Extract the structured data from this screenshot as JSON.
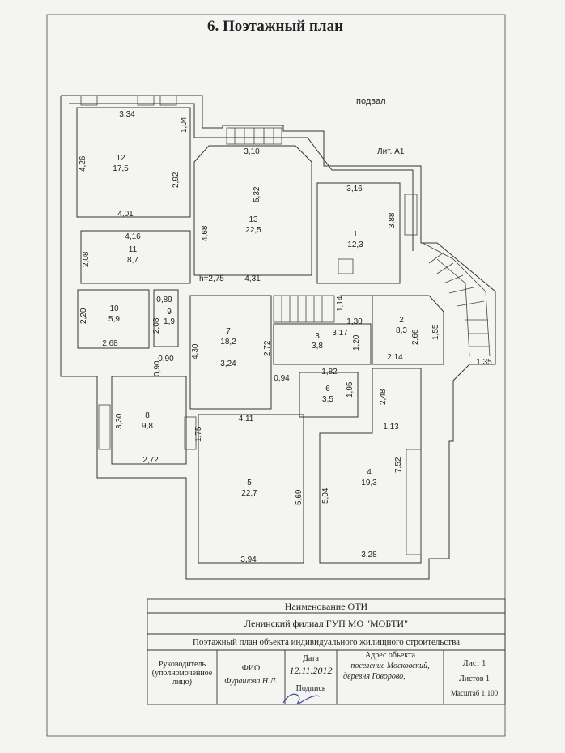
{
  "page_title": "6. Поэтажный план",
  "floor_label": "подвал",
  "lit_label": "Лит. А1",
  "height_label": "h=2,75",
  "rooms": [
    {
      "num": "12",
      "area": "17,5"
    },
    {
      "num": "13",
      "area": "22,5"
    },
    {
      "num": "1",
      "area": "12,3"
    },
    {
      "num": "11",
      "area": "8,7"
    },
    {
      "num": "10",
      "area": "5,9"
    },
    {
      "num": "9",
      "area": "1,9"
    },
    {
      "num": "7",
      "area": "18,2"
    },
    {
      "num": "3",
      "area": "3,8"
    },
    {
      "num": "2",
      "area": "8,3"
    },
    {
      "num": "8",
      "area": "9,8"
    },
    {
      "num": "6",
      "area": "3,5"
    },
    {
      "num": "5",
      "area": "22,7"
    },
    {
      "num": "4",
      "area": "19,3"
    }
  ],
  "dimensions": [
    "3,34",
    "1,04",
    "4,26",
    "2,92",
    "4,01",
    "3,10",
    "5,32",
    "4,68",
    "3,16",
    "3,88",
    "4,16",
    "2,08",
    "4,31",
    "0,89",
    "2,20",
    "2,68",
    "2,08",
    "1,14",
    "1,30",
    "3,17",
    "2,66",
    "1,55",
    "2,14",
    "1,35",
    "4,30",
    "2,72",
    "3,24",
    "1,20",
    "0,90",
    "0,90",
    "0,94",
    "1,82",
    "1,95",
    "2,48",
    "3,30",
    "1,75",
    "4,11",
    "1,13",
    "7,52",
    "5,69",
    "5,04",
    "2,72",
    "3,94",
    "3,28"
  ],
  "title_block": {
    "name_header": "Наименование ОТИ",
    "org": "Ленинский филиал ГУП МО \"МОБТИ\"",
    "desc": "Поэтажный план объекта индивидуального жилищного строительства",
    "role": "Руководитель (уполномоченное лицо)",
    "fio_header": "ФИО",
    "fio": "Фурашова Н.Л.",
    "date_header": "Дата",
    "date": "12.11.2012",
    "sign_header": "Подпись",
    "address_header": "Адрес объекта",
    "address_line1": "поселение Московский,",
    "address_line2": "деревня Говорово,",
    "sheet": "Лист 1",
    "sheets": "Листов 1",
    "scale": "Масштаб 1:100"
  }
}
